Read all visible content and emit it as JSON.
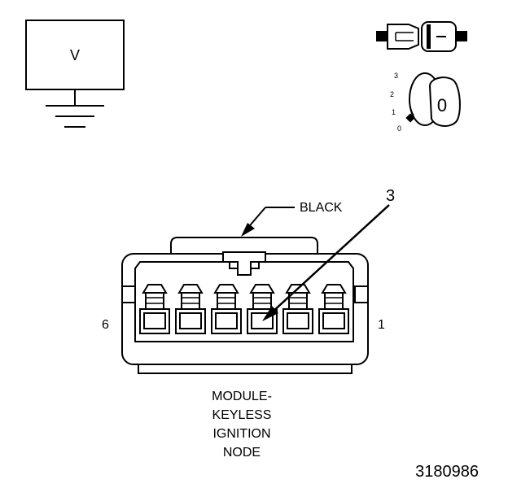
{
  "meter": {
    "symbol": "V"
  },
  "ignition_switch": {
    "positions": [
      "3",
      "2",
      "1",
      "0"
    ],
    "key_label": "0"
  },
  "connector": {
    "color_label": "BLACK",
    "callout_number": "3",
    "pin_left": "6",
    "pin_right": "1",
    "name_lines": [
      "MODULE-",
      "KEYLESS",
      "IGNITION",
      "NODE"
    ]
  },
  "figure_id": "3180986",
  "colors": {
    "ink": "#000000",
    "paper": "#ffffff"
  }
}
